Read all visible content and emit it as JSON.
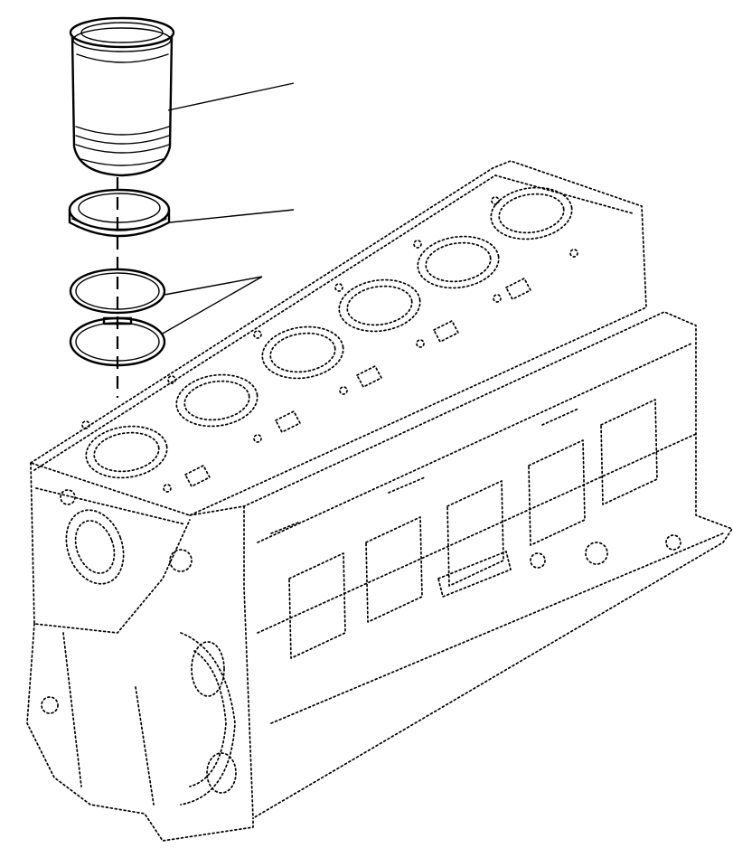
{
  "figure": {
    "parts": [
      {
        "id": "cylinder-liner",
        "icon": "cylinder-liner-icon"
      },
      {
        "id": "liner-flange-ring",
        "icon": "ring-icon"
      },
      {
        "id": "o-ring-upper",
        "icon": "o-ring-icon"
      },
      {
        "id": "o-ring-lower",
        "icon": "o-ring-icon"
      },
      {
        "id": "engine-cylinder-block",
        "icon": "engine-block-icon"
      }
    ],
    "leader_count": 4,
    "cylinder_bores": 6,
    "line_color": "#000000",
    "background": "#ffffff"
  }
}
